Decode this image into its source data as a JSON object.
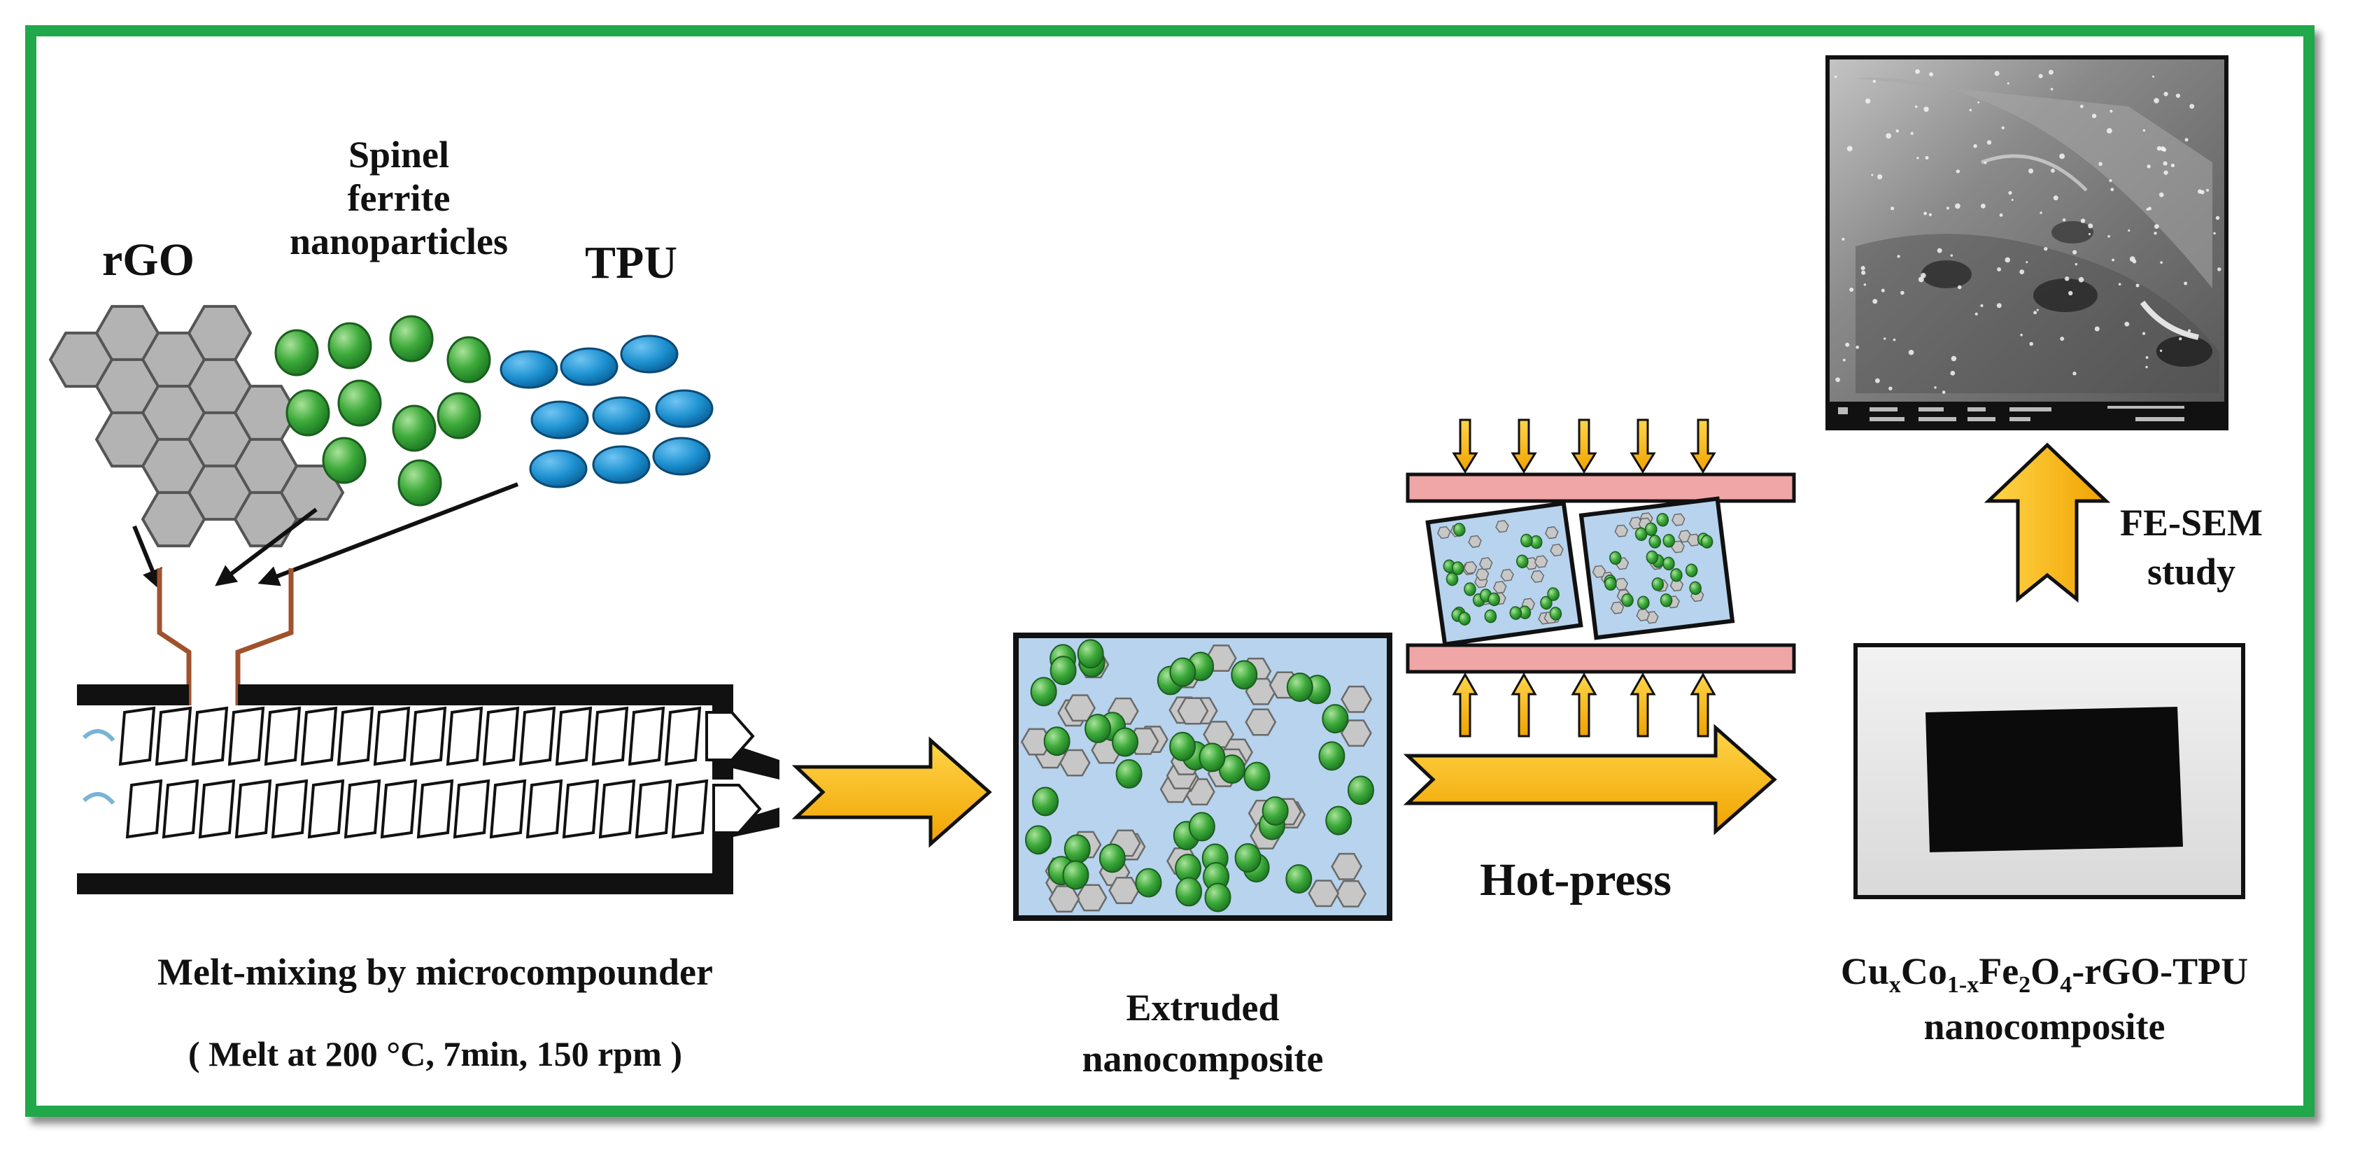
{
  "labels": {
    "rgo": "rGO",
    "spinel_line1": "Spinel",
    "spinel_line2": "ferrite",
    "spinel_line3": "nanoparticles",
    "tpu": "TPU",
    "melt_mixing": "Melt-mixing by microcompounder",
    "melt_conditions": "( Melt at 200 °C, 7min, 150 rpm )",
    "extruded_line1": "Extruded",
    "extruded_line2": "nanocomposite",
    "hot_press": "Hot-press",
    "fesem_line1": "FE-SEM",
    "fesem_line2": "study",
    "product_base1": "Cu",
    "product_sub1": "x",
    "product_base2": "Co",
    "product_sub2": "1-x",
    "product_base3": "Fe",
    "product_sub3": "2",
    "product_base4": "O",
    "product_sub4": "4",
    "product_rest": "-rGO-TPU",
    "product_line2": "nanocomposite"
  },
  "colors": {
    "frame": "#21a84a",
    "arrow_fill": "#f5b50c",
    "nanoparticle_green": "#3daa3a",
    "tpu_blue": "#1b8fcf",
    "rgo_gray": "#b3b3b3",
    "composite_bg": "#b7d3ee",
    "press_plate": "#f0a6a6",
    "funnel_brown": "#a0522d"
  }
}
